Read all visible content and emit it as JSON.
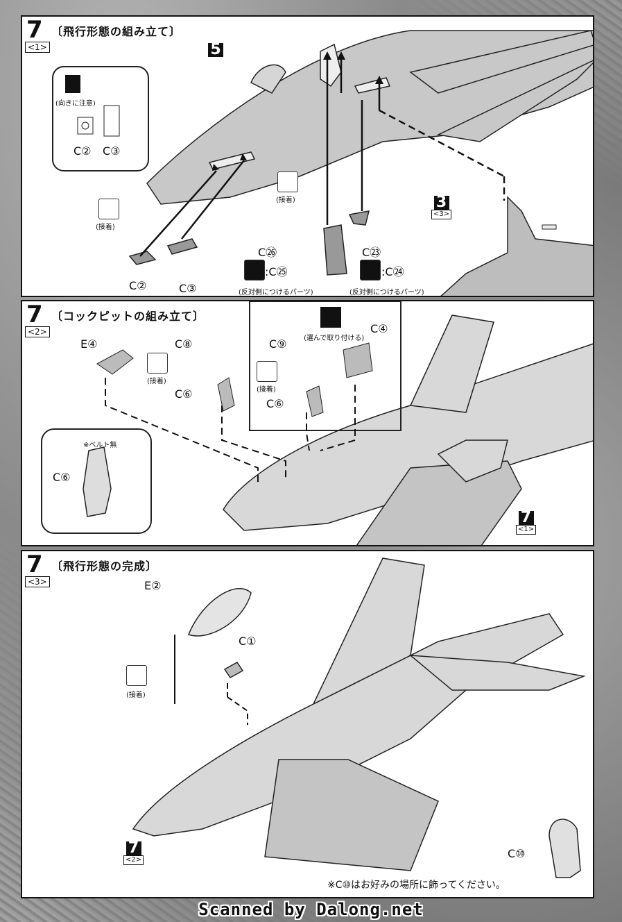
{
  "step1": {
    "number": "7",
    "sub": "<1>",
    "title": "〔飛行形態の組み立て〕",
    "ref5": "5",
    "caution": "(向きに注意)",
    "inset_c2": "C②",
    "inset_c3": "C③",
    "glue1": "(接着)",
    "glue2": "(接着)",
    "part_c2": "C②",
    "part_c3": "C③",
    "part_c26": "C㉖",
    "part_c25": ":C㉕",
    "part_c23": "C㉓",
    "part_c24": ":C㉔",
    "opposite1": "(反対側につけるパーツ)",
    "opposite2": "(反対側につけるパーツ)",
    "ref3": "3",
    "ref3_sub": "<3>"
  },
  "step2": {
    "number": "7",
    "sub": "<2>",
    "title": "〔コックピットの組み立て〕",
    "part_e4": "E④",
    "part_c8": "C⑧",
    "glue": "(接着)",
    "part_c6a": "C⑥",
    "choose": "(選んで取り付ける)",
    "part_c9": "C⑨",
    "part_c4": "C④",
    "glue2": "(接着)",
    "part_c6b": "C⑥",
    "beltless": "※ベルト無",
    "part_c6c": "C⑥",
    "ref7": "7",
    "ref7_sub": "<1>"
  },
  "step3": {
    "number": "7",
    "sub": "<3>",
    "title": "〔飛行形態の完成〕",
    "part_e2": "E②",
    "part_c1": "C①",
    "glue": "(接着)",
    "ref7": "7",
    "ref7_sub": "<2>",
    "part_c10": "C⑩",
    "note": "※C⑩はお好みの場所に飾ってください。"
  },
  "footer": "Scanned by Dalong.net"
}
